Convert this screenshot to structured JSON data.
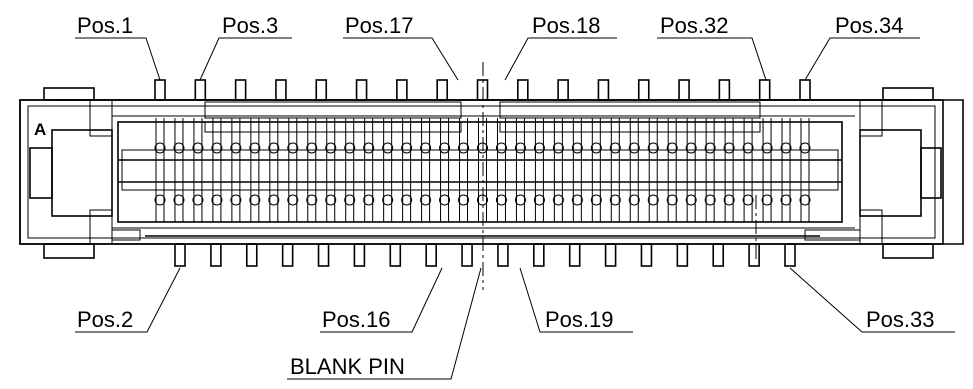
{
  "diagram": {
    "corner_mark": "A",
    "top_labels": [
      "Pos.1",
      "Pos.3",
      "Pos.17",
      "Pos.18",
      "Pos.32",
      "Pos.34"
    ],
    "bottom_labels": [
      "Pos.2",
      "Pos.16",
      "Pos.19",
      "Pos.33"
    ],
    "blank_pin_label": "BLANK PIN",
    "top_pin_count": 17,
    "bottom_pin_count": 18,
    "line_color": "#000000",
    "background": "#ffffff"
  }
}
